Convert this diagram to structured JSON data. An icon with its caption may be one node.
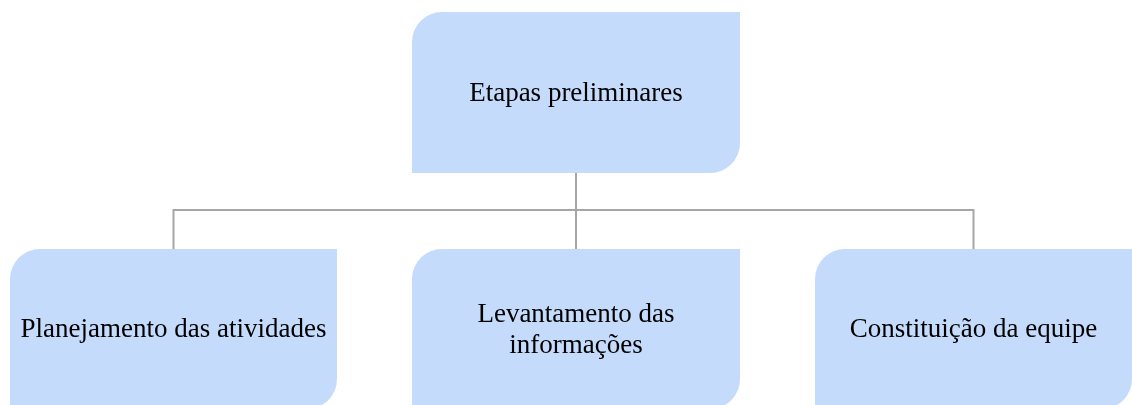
{
  "diagram": {
    "nodes": [
      {
        "text": [
          "Etapas preliminares"
        ]
      },
      {
        "text": [
          "Planejamento das atividades"
        ]
      },
      {
        "text": [
          "Levantamento das informações"
        ]
      },
      {
        "text": [
          "Constituição da equipe"
        ]
      }
    ],
    "edges": [
      {
        "from": 0,
        "to": 1,
        "arrow": "none"
      },
      {
        "from": 0,
        "to": 2,
        "arrow": "none"
      },
      {
        "from": 0,
        "to": 3,
        "arrow": "none"
      }
    ]
  }
}
